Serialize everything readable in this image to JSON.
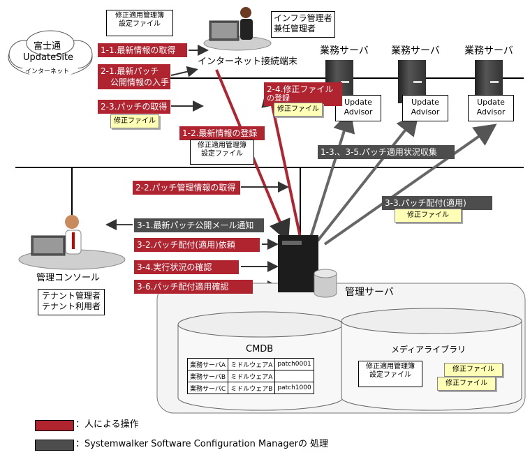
{
  "fujitsu": {
    "line1": "富士通",
    "line2": "UpdateSite",
    "sub": "インターネット"
  },
  "patch_info_note": {
    "line1": "修正適用管理簿",
    "line2": "設定ファイル"
  },
  "infra_admin": {
    "line1": "インフラ管理者",
    "line2": "兼任管理者"
  },
  "internet_terminal": "インターネット接続端末",
  "business_server": "業務サーバ",
  "update_advisor": {
    "line1": "Update",
    "line2": "Advisor"
  },
  "steps": {
    "s1_1": "1-1.最新情報の取得",
    "s2_1a": "2-1.最新パッチ",
    "s2_1b": "公開情報の入手",
    "s2_3": "2-3.パッチの取得",
    "s1_2": "1-2.最新情報の登録",
    "s2_4a": "2-4.修正ファイル",
    "s2_4b": "の登録",
    "s1_3": "1-3.、3-5.パッチ適用状況収集",
    "s2_2": "2-2.パッチ管理情報の取得",
    "s3_3": "3-3.パッチ配付(適用)",
    "s3_1": "3-1.最新パッチ公開メール通知",
    "s3_2": "3-2.パッチ配付(適用)依頼",
    "s3_4": "3-4.実行状況の確認",
    "s3_6": "3-6.パッチ配付適用確認"
  },
  "patch_file": "修正ファイル",
  "console": "管理コンソール",
  "tenant": {
    "line1": "テナント管理者",
    "line2": "テナント利用者"
  },
  "mgmt_server": "管理サーバ",
  "cmdb": {
    "title": "CMDB",
    "rows": [
      [
        "業務サーバA",
        "ミドルウェアA",
        "patch0001"
      ],
      [
        "業務サーバB",
        "ミドルウェアA",
        ""
      ],
      [
        "業務サーバC",
        "ミドルウェアB",
        "patch1000"
      ]
    ]
  },
  "media_library": "メディアライブラリ",
  "legend": {
    "human": "：人による操作",
    "system": "：Systemwalker Software Configuration Managerの 処理"
  },
  "colors": {
    "human": "#b02430",
    "system": "#4d4d4d",
    "note": "#ffffb5"
  }
}
